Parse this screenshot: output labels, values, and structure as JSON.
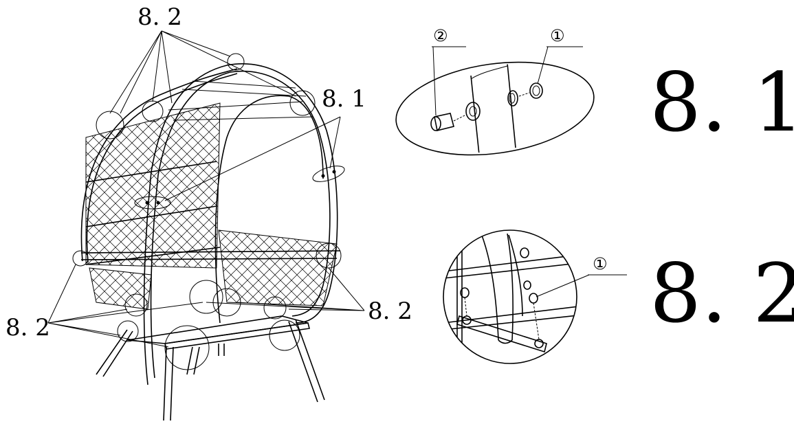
{
  "labels": {
    "top_detail": "8. 2",
    "side_detail": "8. 1",
    "right_detail": "8. 2",
    "left_detail": "8. 2"
  },
  "detail_8_1": {
    "title": "8. 1",
    "callout_1": "①",
    "callout_2": "②"
  },
  "detail_8_2": {
    "title": "8. 2",
    "callout_1": "①"
  }
}
